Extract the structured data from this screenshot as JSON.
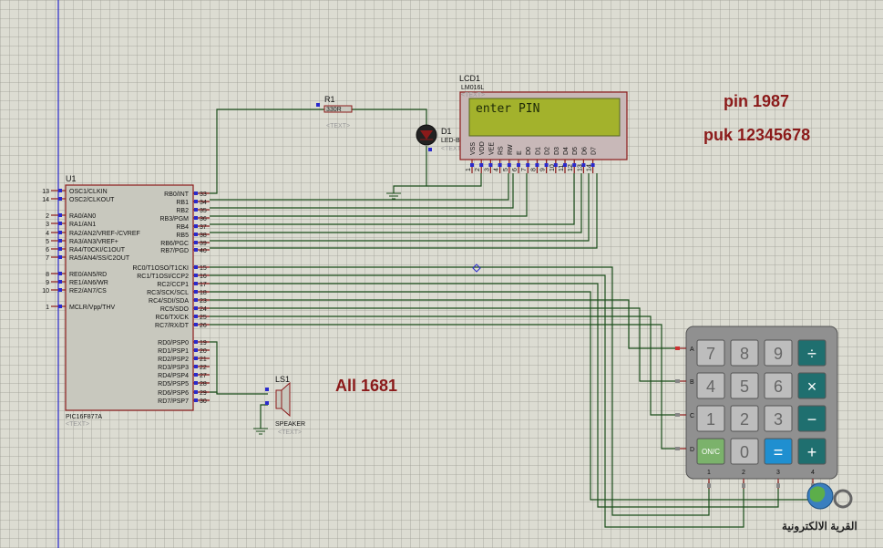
{
  "colors": {
    "background": "#dcdcd2",
    "wire": "#1a4d1a",
    "chip": "#c8c8be",
    "chip_border": "#8b1a1a",
    "lcd_screen": "#a3b22c",
    "note": "#8b1a1a",
    "key_gray": "#bdbdbd",
    "key_teal": "#1f6f6f",
    "key_blue": "#1f8fd0",
    "key_green": "#7bb26b"
  },
  "mcu": {
    "ref": "U1",
    "part": "PIC16F877A",
    "text": "<TEXT>",
    "left_pins": [
      {
        "num": "13",
        "name": "OSC1/CLKIN"
      },
      {
        "num": "14",
        "name": "OSC2/CLKOUT"
      },
      {
        "num": "2",
        "name": "RA0/AN0"
      },
      {
        "num": "3",
        "name": "RA1/AN1"
      },
      {
        "num": "4",
        "name": "RA2/AN2/VREF-/CVREF"
      },
      {
        "num": "5",
        "name": "RA3/AN3/VREF+"
      },
      {
        "num": "6",
        "name": "RA4/T0CKI/C1OUT"
      },
      {
        "num": "7",
        "name": "RA5/AN4/SS/C2OUT"
      },
      {
        "num": "8",
        "name": "RE0/AN5/RD"
      },
      {
        "num": "9",
        "name": "RE1/AN6/WR"
      },
      {
        "num": "10",
        "name": "RE2/AN7/CS"
      },
      {
        "num": "1",
        "name": "MCLR/Vpp/THV"
      }
    ],
    "right_pins": [
      {
        "num": "33",
        "name": "RB0/INT"
      },
      {
        "num": "34",
        "name": "RB1"
      },
      {
        "num": "35",
        "name": "RB2"
      },
      {
        "num": "36",
        "name": "RB3/PGM"
      },
      {
        "num": "37",
        "name": "RB4"
      },
      {
        "num": "38",
        "name": "RB5"
      },
      {
        "num": "39",
        "name": "RB6/PGC"
      },
      {
        "num": "40",
        "name": "RB7/PGD"
      },
      {
        "num": "15",
        "name": "RC0/T1OSO/T1CKI"
      },
      {
        "num": "16",
        "name": "RC1/T1OSI/CCP2"
      },
      {
        "num": "17",
        "name": "RC2/CCP1"
      },
      {
        "num": "18",
        "name": "RC3/SCK/SCL"
      },
      {
        "num": "23",
        "name": "RC4/SDI/SDA"
      },
      {
        "num": "24",
        "name": "RC5/SDO"
      },
      {
        "num": "25",
        "name": "RC6/TX/CK"
      },
      {
        "num": "26",
        "name": "RC7/RX/DT"
      },
      {
        "num": "19",
        "name": "RD0/PSP0"
      },
      {
        "num": "20",
        "name": "RD1/PSP1"
      },
      {
        "num": "21",
        "name": "RD2/PSP2"
      },
      {
        "num": "22",
        "name": "RD3/PSP3"
      },
      {
        "num": "27",
        "name": "RD4/PSP4"
      },
      {
        "num": "28",
        "name": "RD5/PSP5"
      },
      {
        "num": "29",
        "name": "RD6/PSP6"
      },
      {
        "num": "30",
        "name": "RD7/PSP7"
      }
    ]
  },
  "lcd": {
    "ref": "LCD1",
    "part": "LM016L",
    "text": "<TEXT>",
    "display": "enter PIN",
    "pins": [
      {
        "name": "VSS",
        "num": "1"
      },
      {
        "name": "VDD",
        "num": "2"
      },
      {
        "name": "VEE",
        "num": "3"
      },
      {
        "name": "RS",
        "num": "4"
      },
      {
        "name": "RW",
        "num": "5"
      },
      {
        "name": "E",
        "num": "6"
      },
      {
        "name": "D0",
        "num": "7"
      },
      {
        "name": "D1",
        "num": "8"
      },
      {
        "name": "D2",
        "num": "9"
      },
      {
        "name": "D3",
        "num": "10"
      },
      {
        "name": "D4",
        "num": "11"
      },
      {
        "name": "D5",
        "num": "12"
      },
      {
        "name": "D6",
        "num": "13"
      },
      {
        "name": "D7",
        "num": "14"
      }
    ]
  },
  "resistor": {
    "ref": "R1",
    "value": "330R",
    "text": "<TEXT>"
  },
  "led": {
    "ref": "D1",
    "part": "LED-BLUE",
    "text": "<TEXT>"
  },
  "speaker": {
    "ref": "LS1",
    "part": "SPEAKER",
    "text": "<TEXT>"
  },
  "notes": {
    "pin": "pin  1987",
    "puk": "puk 12345678",
    "all": "All 1681"
  },
  "keypad": {
    "rows": [
      "A",
      "B",
      "C",
      "D"
    ],
    "cols": [
      "1",
      "2",
      "3",
      "4"
    ],
    "keys": [
      [
        "7",
        "8",
        "9",
        "÷"
      ],
      [
        "4",
        "5",
        "6",
        "×"
      ],
      [
        "1",
        "2",
        "3",
        "−"
      ],
      [
        "ON/C",
        "0",
        "=",
        "+"
      ]
    ]
  },
  "logo": {
    "text": "القرية الالكترونية"
  }
}
